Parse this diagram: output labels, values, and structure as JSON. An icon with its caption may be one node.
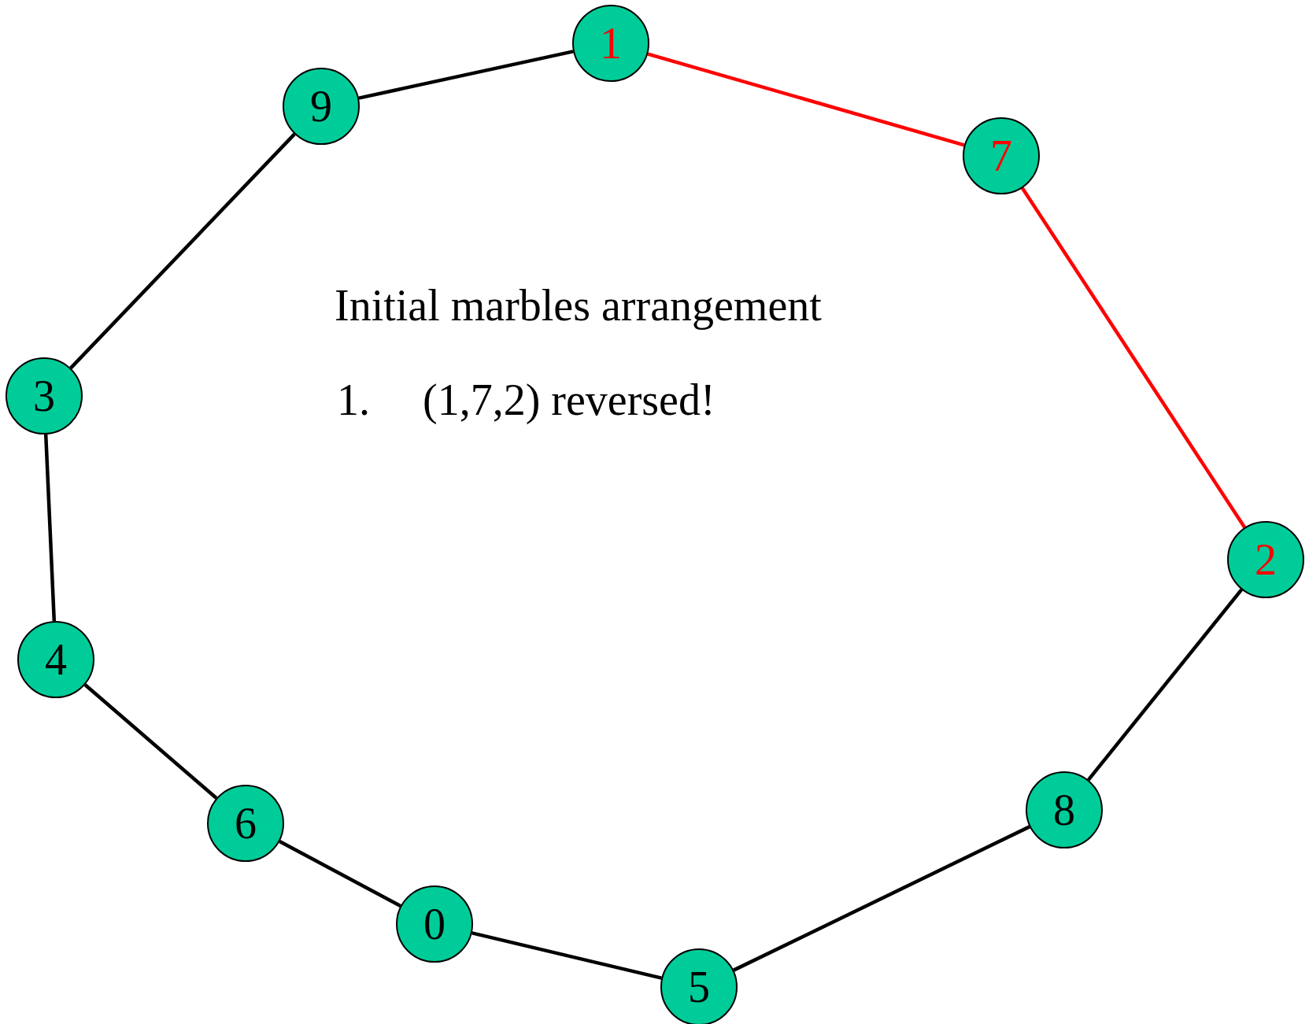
{
  "diagram": {
    "nodes": [
      {
        "text": [
          "1"
        ]
      },
      {
        "text": [
          "9"
        ]
      },
      {
        "text": [
          "7"
        ]
      },
      {
        "text": [
          "3"
        ]
      },
      {
        "text": [
          "2"
        ]
      },
      {
        "text": [
          "4"
        ]
      },
      {
        "text": [
          "8"
        ]
      },
      {
        "text": [
          "6"
        ]
      },
      {
        "text": [
          "0"
        ]
      },
      {
        "text": [
          "5"
        ]
      }
    ],
    "edges": [
      {
        "from": 1,
        "to": 0,
        "arrow": "none"
      },
      {
        "from": 0,
        "to": 2,
        "arrow": "none",
        "color": "#ff0000"
      },
      {
        "from": 2,
        "to": 4,
        "arrow": "none",
        "color": "#ff0000"
      },
      {
        "from": 4,
        "to": 6,
        "arrow": "none"
      },
      {
        "from": 6,
        "to": 9,
        "arrow": "none"
      },
      {
        "from": 9,
        "to": 8,
        "arrow": "none"
      },
      {
        "from": 8,
        "to": 7,
        "arrow": "none"
      },
      {
        "from": 7,
        "to": 5,
        "arrow": "none"
      },
      {
        "from": 5,
        "to": 3,
        "arrow": "none"
      },
      {
        "from": 3,
        "to": 1,
        "arrow": "none"
      }
    ],
    "labels": [
      "Initial marbles arrangement",
      "1.",
      "(1,7,2) reversed!"
    ]
  }
}
